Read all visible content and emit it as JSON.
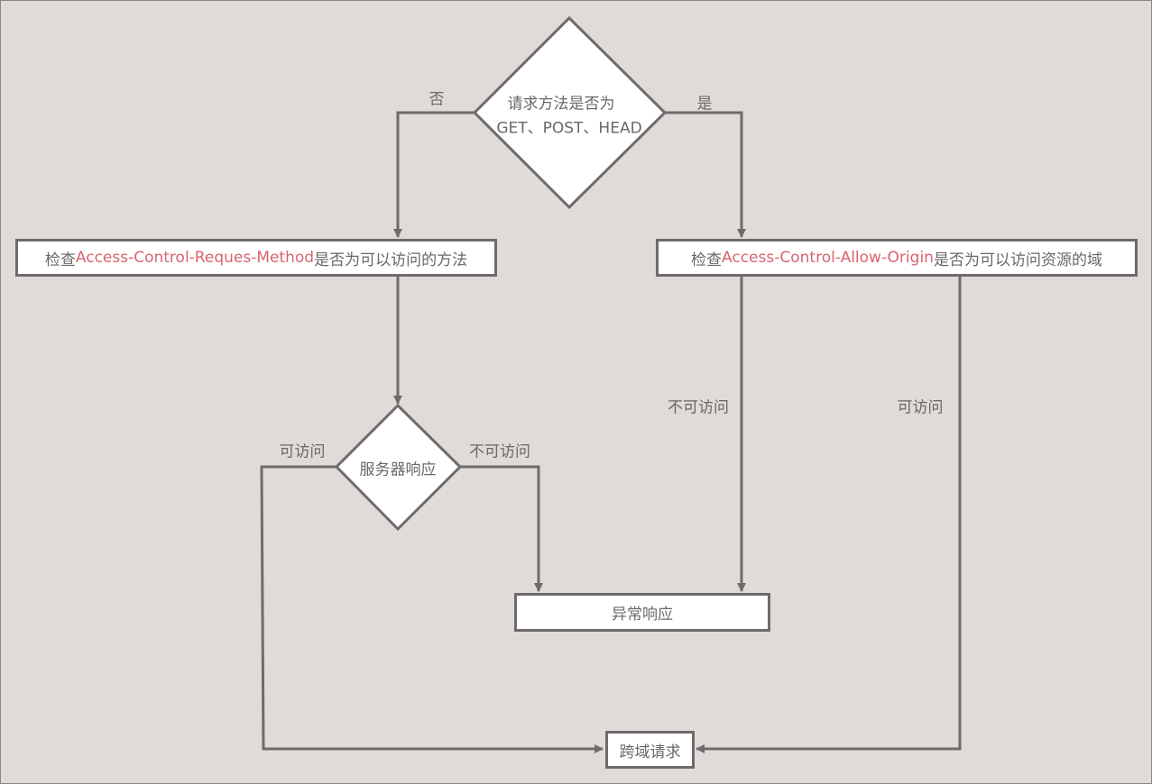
{
  "decision_method": {
    "line1": "请求方法是否为",
    "line2": "GET、POST、HEAD"
  },
  "label_no": "否",
  "label_yes": "是",
  "check_method": {
    "prefix": "检查",
    "header": "Access-Control-Reques-Method",
    "suffix": "是否为可以访问的方法"
  },
  "check_origin": {
    "prefix": "检查",
    "header": "Access-Control-Allow-Origin",
    "suffix": "是否为可以访问资源的域"
  },
  "decision_server": "服务器响应",
  "label_server_ok": "可访问",
  "label_server_fail": "不可访问",
  "label_origin_fail": "不可访问",
  "label_origin_ok": "可访问",
  "error_response": "异常响应",
  "cors_request": "跨域请求",
  "colors": {
    "line": "#6f6b6b",
    "highlight": "#d9646f",
    "background": "#e0dad9"
  }
}
